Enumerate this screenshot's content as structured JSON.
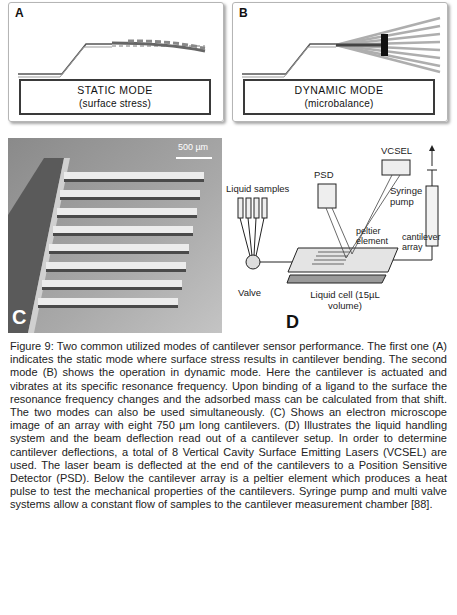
{
  "diagram": {
    "caption": "Figure 9: Two common utilized modes of cantilever sensor performance. The first one (A) indicates the static mode where surface stress results in cantilever bending. The second mode (B) shows the operation in dynamic mode. Here the cantilever is actuated and vibrates at its specific resonance frequency. Upon binding of a ligand to the surface the resonance frequency changes and the adsorbed mass can be calculated from that shift. The two modes can also be used simultaneously. (C) Shows an electron microscope image of an array with eight 750 µm long cantilevers. (D) Illustrates the liquid handling system and the beam deflection read out of a cantilever setup. In order to determine cantilever deflections, a total of 8 Vertical Cavity Surface Emitting Lasers (VCSEL) are used. The laser beam is deflected at the end of the cantilevers to a Position Sensitive Detector (PSD). Below the cantilever array is a peltier element which produces a heat pulse to test the mechanical properties of the cantilevers. Syringe pump and multi valve systems allow a constant flow of samples to the cantilever measurement chamber [88].",
    "nodes": [
      {
        "text": [
          "A"
        ]
      },
      {
        "text": [
          "STATIC MODE",
          "(surface stress)"
        ],
        "in": 0
      },
      {
        "text": [
          "B"
        ]
      },
      {
        "text": [
          "DYNAMIC MODE",
          "(microbalance)"
        ],
        "in": 2
      }
    ],
    "labels": [
      "500 µm",
      "C",
      "Liquid samples",
      "PSD",
      "VCSEL",
      "Syringe pump",
      "Valve",
      "peltier element",
      "cantilever array",
      "Liquid cell (15µL volume)",
      "D"
    ]
  }
}
